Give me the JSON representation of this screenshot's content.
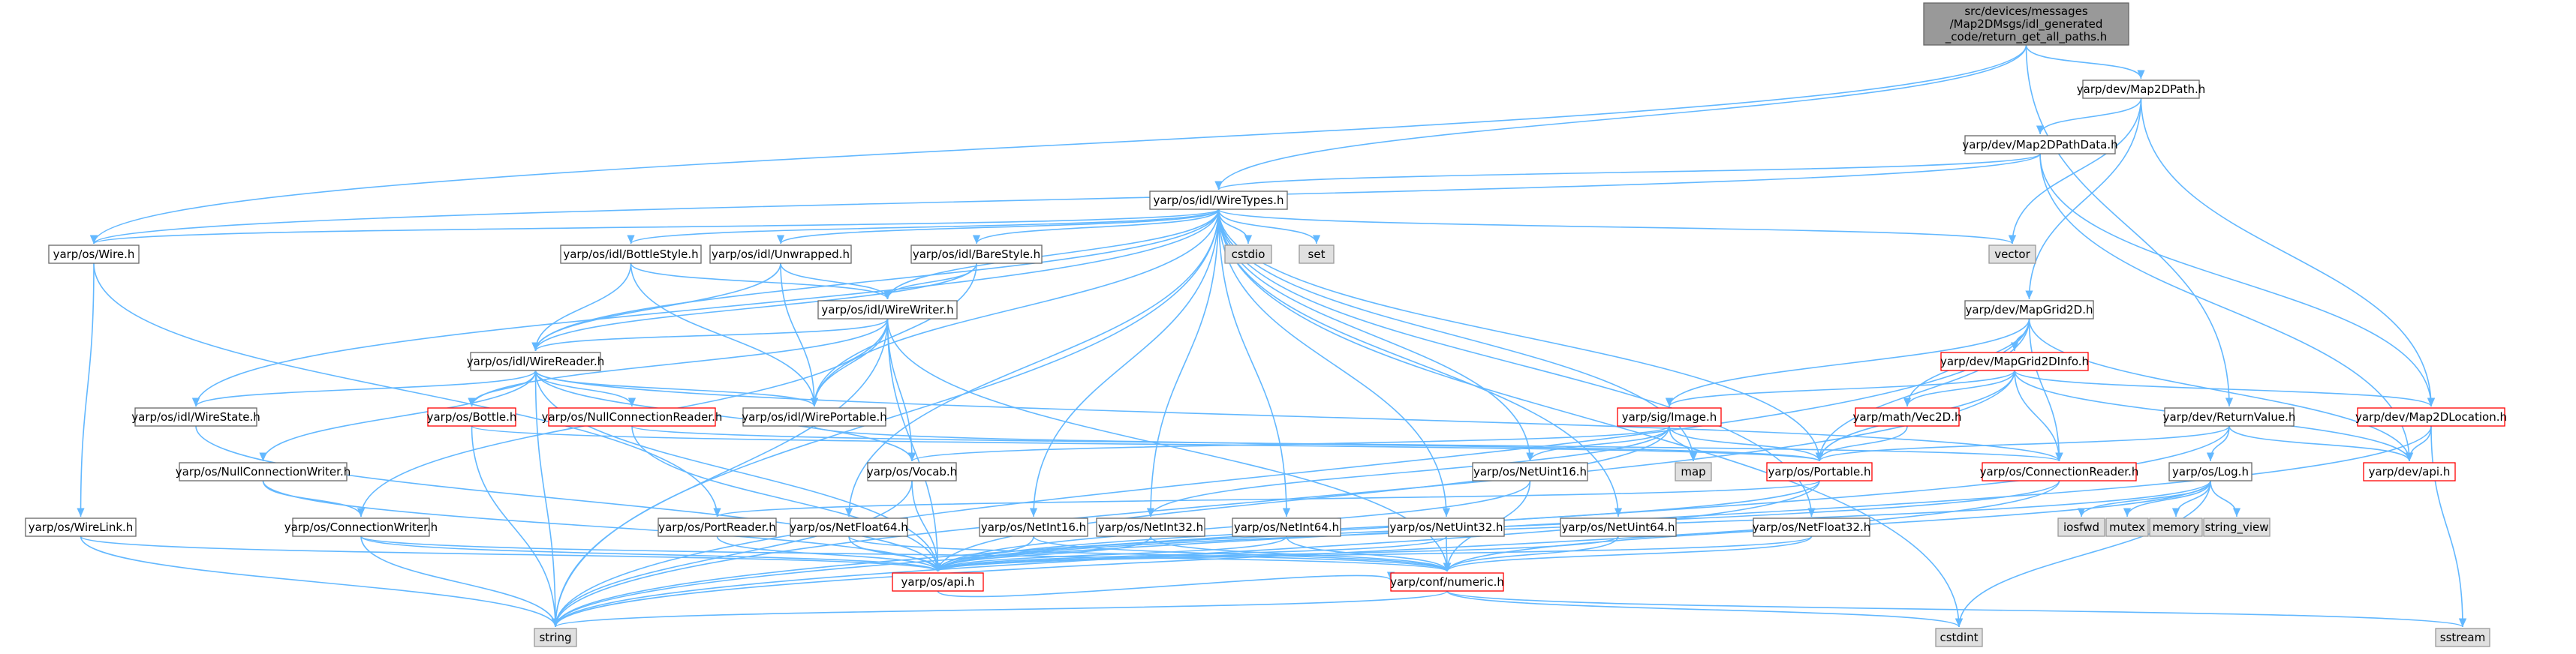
{
  "graph": {
    "nodes": [
      {
        "id": "root",
        "lines": [
          "src/devices/messages",
          "/Map2DMsgs/idl_generated",
          "_code/return_get_all_paths.h"
        ],
        "kind": "root"
      },
      {
        "id": "map2dpath",
        "lines": [
          "yarp/dev/Map2DPath.h"
        ],
        "kind": "normal"
      },
      {
        "id": "map2dpathdata",
        "lines": [
          "yarp/dev/Map2DPathData.h"
        ],
        "kind": "normal"
      },
      {
        "id": "wiretypes",
        "lines": [
          "yarp/os/idl/WireTypes.h"
        ],
        "kind": "normal"
      },
      {
        "id": "wire",
        "lines": [
          "yarp/os/Wire.h"
        ],
        "kind": "normal"
      },
      {
        "id": "bottlestyle",
        "lines": [
          "yarp/os/idl/BottleStyle.h"
        ],
        "kind": "normal"
      },
      {
        "id": "unwrapped",
        "lines": [
          "yarp/os/idl/Unwrapped.h"
        ],
        "kind": "normal"
      },
      {
        "id": "barestyle",
        "lines": [
          "yarp/os/idl/BareStyle.h"
        ],
        "kind": "normal"
      },
      {
        "id": "cstdio",
        "lines": [
          "cstdio"
        ],
        "kind": "gray"
      },
      {
        "id": "set",
        "lines": [
          "set"
        ],
        "kind": "gray"
      },
      {
        "id": "vector",
        "lines": [
          "vector"
        ],
        "kind": "gray"
      },
      {
        "id": "wirewriter",
        "lines": [
          "yarp/os/idl/WireWriter.h"
        ],
        "kind": "normal"
      },
      {
        "id": "wirereader",
        "lines": [
          "yarp/os/idl/WireReader.h"
        ],
        "kind": "normal"
      },
      {
        "id": "wireportable",
        "lines": [
          "yarp/os/idl/WirePortable.h"
        ],
        "kind": "normal"
      },
      {
        "id": "wirestate",
        "lines": [
          "yarp/os/idl/WireState.h"
        ],
        "kind": "normal"
      },
      {
        "id": "bottle",
        "lines": [
          "yarp/os/Bottle.h"
        ],
        "kind": "red"
      },
      {
        "id": "nullconnreader",
        "lines": [
          "yarp/os/NullConnectionReader.h"
        ],
        "kind": "red"
      },
      {
        "id": "vocab",
        "lines": [
          "yarp/os/Vocab.h"
        ],
        "kind": "normal"
      },
      {
        "id": "nullconnwriter",
        "lines": [
          "yarp/os/NullConnectionWriter.h"
        ],
        "kind": "normal"
      },
      {
        "id": "connwriter",
        "lines": [
          "yarp/os/ConnectionWriter.h"
        ],
        "kind": "normal"
      },
      {
        "id": "wirelink",
        "lines": [
          "yarp/os/WireLink.h"
        ],
        "kind": "normal"
      },
      {
        "id": "portreader",
        "lines": [
          "yarp/os/PortReader.h"
        ],
        "kind": "normal"
      },
      {
        "id": "netfloat64",
        "lines": [
          "yarp/os/NetFloat64.h"
        ],
        "kind": "normal"
      },
      {
        "id": "netint16",
        "lines": [
          "yarp/os/NetInt16.h"
        ],
        "kind": "normal"
      },
      {
        "id": "netint32",
        "lines": [
          "yarp/os/NetInt32.h"
        ],
        "kind": "normal"
      },
      {
        "id": "netint64",
        "lines": [
          "yarp/os/NetInt64.h"
        ],
        "kind": "normal"
      },
      {
        "id": "netuint32",
        "lines": [
          "yarp/os/NetUint32.h"
        ],
        "kind": "normal"
      },
      {
        "id": "netuint64",
        "lines": [
          "yarp/os/NetUint64.h"
        ],
        "kind": "normal"
      },
      {
        "id": "netfloat32",
        "lines": [
          "yarp/os/NetFloat32.h"
        ],
        "kind": "normal"
      },
      {
        "id": "netuint16",
        "lines": [
          "yarp/os/NetUint16.h"
        ],
        "kind": "normal"
      },
      {
        "id": "osapi",
        "lines": [
          "yarp/os/api.h"
        ],
        "kind": "red"
      },
      {
        "id": "numeric",
        "lines": [
          "yarp/conf/numeric.h"
        ],
        "kind": "red"
      },
      {
        "id": "string",
        "lines": [
          "string"
        ],
        "kind": "gray"
      },
      {
        "id": "cstdint",
        "lines": [
          "cstdint"
        ],
        "kind": "gray"
      },
      {
        "id": "sstream",
        "lines": [
          "sstream"
        ],
        "kind": "gray"
      },
      {
        "id": "image",
        "lines": [
          "yarp/sig/Image.h"
        ],
        "kind": "red"
      },
      {
        "id": "map",
        "lines": [
          "map"
        ],
        "kind": "gray"
      },
      {
        "id": "portable",
        "lines": [
          "yarp/os/Portable.h"
        ],
        "kind": "red"
      },
      {
        "id": "mapgrid2d",
        "lines": [
          "yarp/dev/MapGrid2D.h"
        ],
        "kind": "normal"
      },
      {
        "id": "mapgrid2dinfo",
        "lines": [
          "yarp/dev/MapGrid2DInfo.h"
        ],
        "kind": "red"
      },
      {
        "id": "vec2d",
        "lines": [
          "yarp/math/Vec2D.h"
        ],
        "kind": "red"
      },
      {
        "id": "connreader",
        "lines": [
          "yarp/os/ConnectionReader.h"
        ],
        "kind": "red"
      },
      {
        "id": "returnvalue",
        "lines": [
          "yarp/dev/ReturnValue.h"
        ],
        "kind": "normal"
      },
      {
        "id": "map2dlocation",
        "lines": [
          "yarp/dev/Map2DLocation.h"
        ],
        "kind": "red"
      },
      {
        "id": "devapi",
        "lines": [
          "yarp/dev/api.h"
        ],
        "kind": "red"
      },
      {
        "id": "log",
        "lines": [
          "yarp/os/Log.h"
        ],
        "kind": "normal"
      },
      {
        "id": "iosfwd",
        "lines": [
          "iosfwd"
        ],
        "kind": "gray"
      },
      {
        "id": "mutex",
        "lines": [
          "mutex"
        ],
        "kind": "gray"
      },
      {
        "id": "memory",
        "lines": [
          "memory"
        ],
        "kind": "gray"
      },
      {
        "id": "string_view",
        "lines": [
          "string_view"
        ],
        "kind": "gray"
      }
    ],
    "edges": [
      [
        "root",
        "map2dpath"
      ],
      [
        "root",
        "wiretypes"
      ],
      [
        "root",
        "wire"
      ],
      [
        "root",
        "returnvalue"
      ],
      [
        "map2dpath",
        "map2dpathdata"
      ],
      [
        "map2dpath",
        "vector"
      ],
      [
        "map2dpath",
        "mapgrid2d"
      ],
      [
        "map2dpath",
        "map2dlocation"
      ],
      [
        "map2dpathdata",
        "wiretypes"
      ],
      [
        "map2dpathdata",
        "wire"
      ],
      [
        "map2dpathdata",
        "devapi"
      ],
      [
        "map2dpathdata",
        "map2dlocation"
      ],
      [
        "wiretypes",
        "wire"
      ],
      [
        "wiretypes",
        "bottlestyle"
      ],
      [
        "wiretypes",
        "unwrapped"
      ],
      [
        "wiretypes",
        "barestyle"
      ],
      [
        "wiretypes",
        "cstdio"
      ],
      [
        "wiretypes",
        "set"
      ],
      [
        "wiretypes",
        "vector"
      ],
      [
        "wiretypes",
        "wirewriter"
      ],
      [
        "wiretypes",
        "wirereader"
      ],
      [
        "wiretypes",
        "wireportable"
      ],
      [
        "wiretypes",
        "wirestate"
      ],
      [
        "wiretypes",
        "string"
      ],
      [
        "wiretypes",
        "map"
      ],
      [
        "wiretypes",
        "netint16"
      ],
      [
        "wiretypes",
        "netint32"
      ],
      [
        "wiretypes",
        "netint64"
      ],
      [
        "wiretypes",
        "netuint16"
      ],
      [
        "wiretypes",
        "netuint32"
      ],
      [
        "wiretypes",
        "netuint64"
      ],
      [
        "wiretypes",
        "netfloat32"
      ],
      [
        "wiretypes",
        "netfloat64"
      ],
      [
        "wiretypes",
        "cstdint"
      ],
      [
        "wiretypes",
        "portable"
      ],
      [
        "wire",
        "wirelink"
      ],
      [
        "wire",
        "portreader"
      ],
      [
        "bottlestyle",
        "wirereader"
      ],
      [
        "bottlestyle",
        "wirewriter"
      ],
      [
        "bottlestyle",
        "wireportable"
      ],
      [
        "unwrapped",
        "wirereader"
      ],
      [
        "unwrapped",
        "wirewriter"
      ],
      [
        "unwrapped",
        "wireportable"
      ],
      [
        "barestyle",
        "wirereader"
      ],
      [
        "barestyle",
        "wirewriter"
      ],
      [
        "barestyle",
        "wireportable"
      ],
      [
        "wirewriter",
        "wirereader"
      ],
      [
        "wirewriter",
        "wireportable"
      ],
      [
        "wirewriter",
        "bottle"
      ],
      [
        "wirewriter",
        "vocab"
      ],
      [
        "wirewriter",
        "connwriter"
      ],
      [
        "wirewriter",
        "osapi"
      ],
      [
        "wirewriter",
        "string"
      ],
      [
        "wirewriter",
        "numeric"
      ],
      [
        "wirereader",
        "wirestate"
      ],
      [
        "wirereader",
        "wireportable"
      ],
      [
        "wirereader",
        "bottle"
      ],
      [
        "wirereader",
        "nullconnreader"
      ],
      [
        "wirereader",
        "vocab"
      ],
      [
        "wirereader",
        "nullconnwriter"
      ],
      [
        "wirereader",
        "osapi"
      ],
      [
        "wirereader",
        "string"
      ],
      [
        "wirereader",
        "connreader"
      ],
      [
        "wireportable",
        "portable"
      ],
      [
        "wirestate",
        "osapi"
      ],
      [
        "bottle",
        "portable"
      ],
      [
        "bottle",
        "string"
      ],
      [
        "nullconnreader",
        "connreader"
      ],
      [
        "nullconnreader",
        "osapi"
      ],
      [
        "vocab",
        "osapi"
      ],
      [
        "vocab",
        "string"
      ],
      [
        "nullconnwriter",
        "connwriter"
      ],
      [
        "nullconnwriter",
        "osapi"
      ],
      [
        "connwriter",
        "osapi"
      ],
      [
        "connwriter",
        "string"
      ],
      [
        "connwriter",
        "numeric"
      ],
      [
        "wirelink",
        "osapi"
      ],
      [
        "wirelink",
        "string"
      ],
      [
        "portreader",
        "osapi"
      ],
      [
        "netfloat64",
        "osapi"
      ],
      [
        "netfloat64",
        "numeric"
      ],
      [
        "netint16",
        "osapi"
      ],
      [
        "netint16",
        "numeric"
      ],
      [
        "netint32",
        "osapi"
      ],
      [
        "netint32",
        "numeric"
      ],
      [
        "netint64",
        "osapi"
      ],
      [
        "netint64",
        "numeric"
      ],
      [
        "netuint32",
        "osapi"
      ],
      [
        "netuint32",
        "numeric"
      ],
      [
        "netuint64",
        "osapi"
      ],
      [
        "netuint64",
        "numeric"
      ],
      [
        "netfloat32",
        "osapi"
      ],
      [
        "netfloat32",
        "numeric"
      ],
      [
        "netuint16",
        "osapi"
      ],
      [
        "netuint16",
        "numeric"
      ],
      [
        "osapi",
        "numeric"
      ],
      [
        "numeric",
        "string"
      ],
      [
        "numeric",
        "cstdint"
      ],
      [
        "numeric",
        "sstream"
      ],
      [
        "image",
        "vocab"
      ],
      [
        "image",
        "map"
      ],
      [
        "image",
        "portable"
      ],
      [
        "image",
        "netuint16"
      ],
      [
        "image",
        "netint32"
      ],
      [
        "image",
        "osapi"
      ],
      [
        "portable",
        "portreader"
      ],
      [
        "portable",
        "osapi"
      ],
      [
        "portable",
        "string"
      ],
      [
        "mapgrid2d",
        "image"
      ],
      [
        "mapgrid2d",
        "mapgrid2dinfo"
      ],
      [
        "mapgrid2d",
        "vec2d"
      ],
      [
        "mapgrid2d",
        "portable"
      ],
      [
        "mapgrid2d",
        "connreader"
      ],
      [
        "mapgrid2d",
        "devapi"
      ],
      [
        "mapgrid2d",
        "string"
      ],
      [
        "mapgrid2dinfo",
        "image"
      ],
      [
        "mapgrid2dinfo",
        "vec2d"
      ],
      [
        "mapgrid2dinfo",
        "portable"
      ],
      [
        "mapgrid2dinfo",
        "connreader"
      ],
      [
        "mapgrid2dinfo",
        "map2dlocation"
      ],
      [
        "mapgrid2dinfo",
        "devapi"
      ],
      [
        "mapgrid2dinfo",
        "string"
      ],
      [
        "vec2d",
        "portable"
      ],
      [
        "connreader",
        "osapi"
      ],
      [
        "connreader",
        "string"
      ],
      [
        "returnvalue",
        "portable"
      ],
      [
        "returnvalue",
        "log"
      ],
      [
        "returnvalue",
        "devapi"
      ],
      [
        "returnvalue",
        "string"
      ],
      [
        "map2dlocation",
        "devapi"
      ],
      [
        "map2dlocation",
        "sstream"
      ],
      [
        "map2dlocation",
        "string"
      ],
      [
        "log",
        "osapi"
      ],
      [
        "log",
        "iosfwd"
      ],
      [
        "log",
        "mutex"
      ],
      [
        "log",
        "memory"
      ],
      [
        "log",
        "string_view"
      ],
      [
        "log",
        "cstdint"
      ],
      [
        "log",
        "numeric"
      ]
    ]
  }
}
